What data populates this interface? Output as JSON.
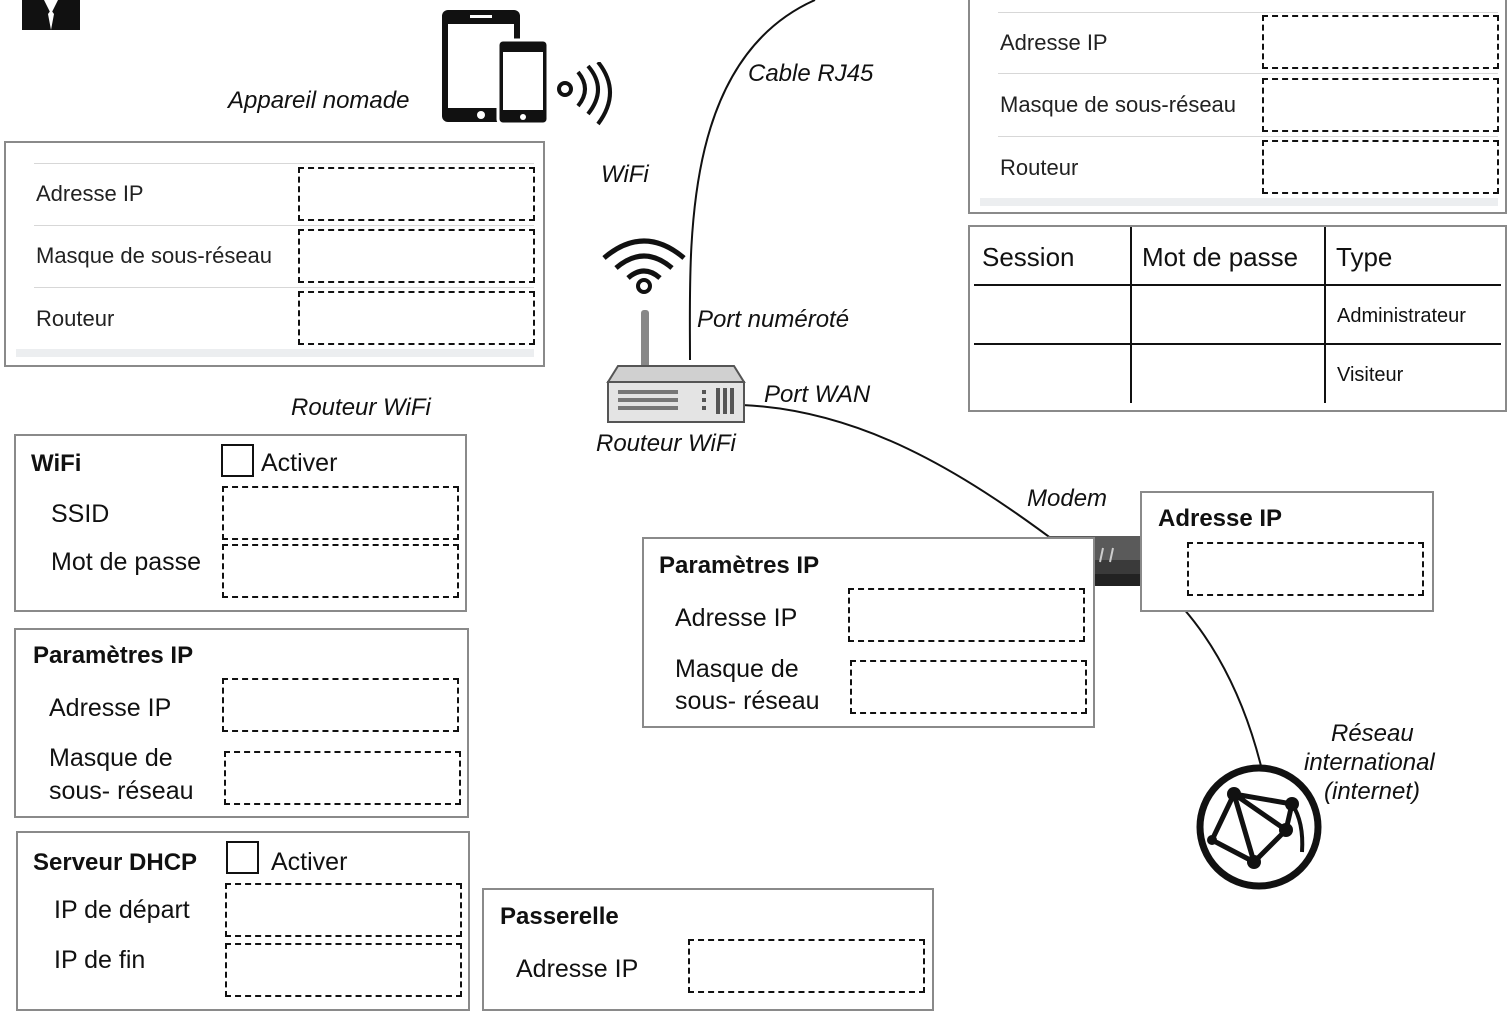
{
  "labels": {
    "appareil_nomade": "Appareil nomade",
    "cable_rj45": "Cable RJ45",
    "wifi": "WiFi",
    "port_numerote": "Port numéroté",
    "port_wan": "Port WAN",
    "routeur_wifi_device": "Routeur WiFi",
    "routeur_wifi_section": "Routeur WiFi",
    "modem": "Modem",
    "reseau_line1": "Réseau",
    "reseau_line2": "international",
    "reseau_line3": "(internet)"
  },
  "nomade_panel": {
    "ip_label": "Adresse IP",
    "mask_label": "Masque de sous-réseau",
    "router_label": "Routeur"
  },
  "pc_panel": {
    "ip_label": "Adresse IP",
    "mask_label": "Masque de sous-réseau",
    "router_label": "Routeur"
  },
  "sessions_table": {
    "headers": [
      "Session",
      "Mot de passe",
      "Type"
    ],
    "rows": [
      {
        "session": "",
        "password": "",
        "type": "Administrateur"
      },
      {
        "session": "",
        "password": "",
        "type": "Visiteur"
      }
    ]
  },
  "wifi_box": {
    "title": "WiFi",
    "enable_label": "Activer",
    "ssid_label": "SSID",
    "password_label": "Mot de passe"
  },
  "router_ip_box": {
    "title": "Paramètres IP",
    "ip_label": "Adresse IP",
    "mask_line1": "Masque de",
    "mask_line2": "sous- réseau"
  },
  "dhcp_box": {
    "title": "Serveur DHCP",
    "enable_label": "Activer",
    "start_label": "IP de départ",
    "end_label": "IP de fin"
  },
  "modem_ip_box": {
    "title": "Paramètres IP",
    "ip_label": "Adresse IP",
    "mask_line1": "Masque de",
    "mask_line2": "sous- réseau"
  },
  "modem_wan_box": {
    "title": "Adresse IP"
  },
  "gateway_box": {
    "title": "Passerelle",
    "ip_label": "Adresse IP"
  },
  "icons": [
    "logo-icon",
    "mobile-devices-icon",
    "wifi-signal-icon",
    "router-icon",
    "modem-icon",
    "globe-network-icon"
  ]
}
